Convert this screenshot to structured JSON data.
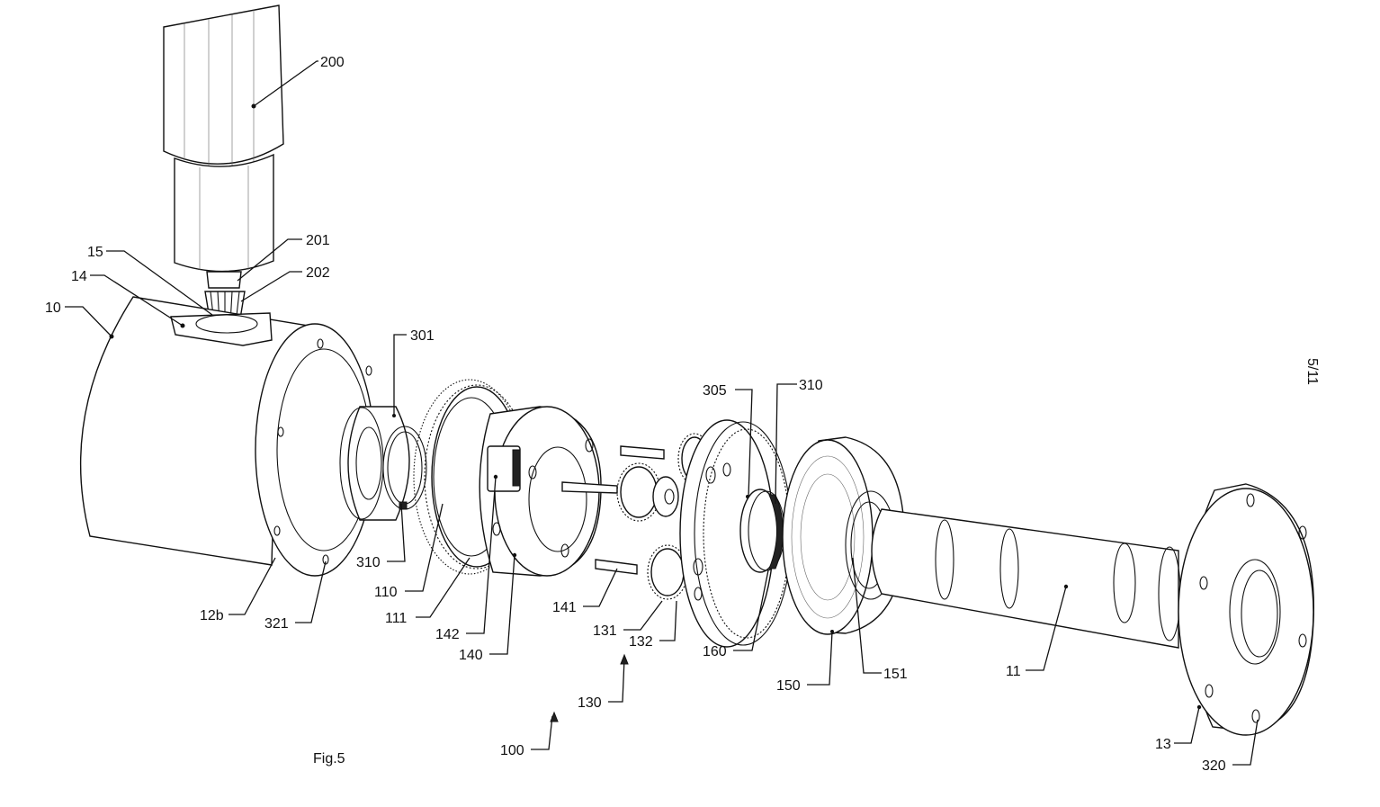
{
  "figure": {
    "caption": "Fig.5",
    "sheet_number": "5/11",
    "reference_labels": [
      "200",
      "201",
      "202",
      "15",
      "14",
      "10",
      "301",
      "305",
      "310",
      "310",
      "110",
      "111",
      "142",
      "140",
      "141",
      "131",
      "132",
      "130",
      "100",
      "160",
      "150",
      "151",
      "11",
      "13",
      "320",
      "12b",
      "321"
    ]
  }
}
